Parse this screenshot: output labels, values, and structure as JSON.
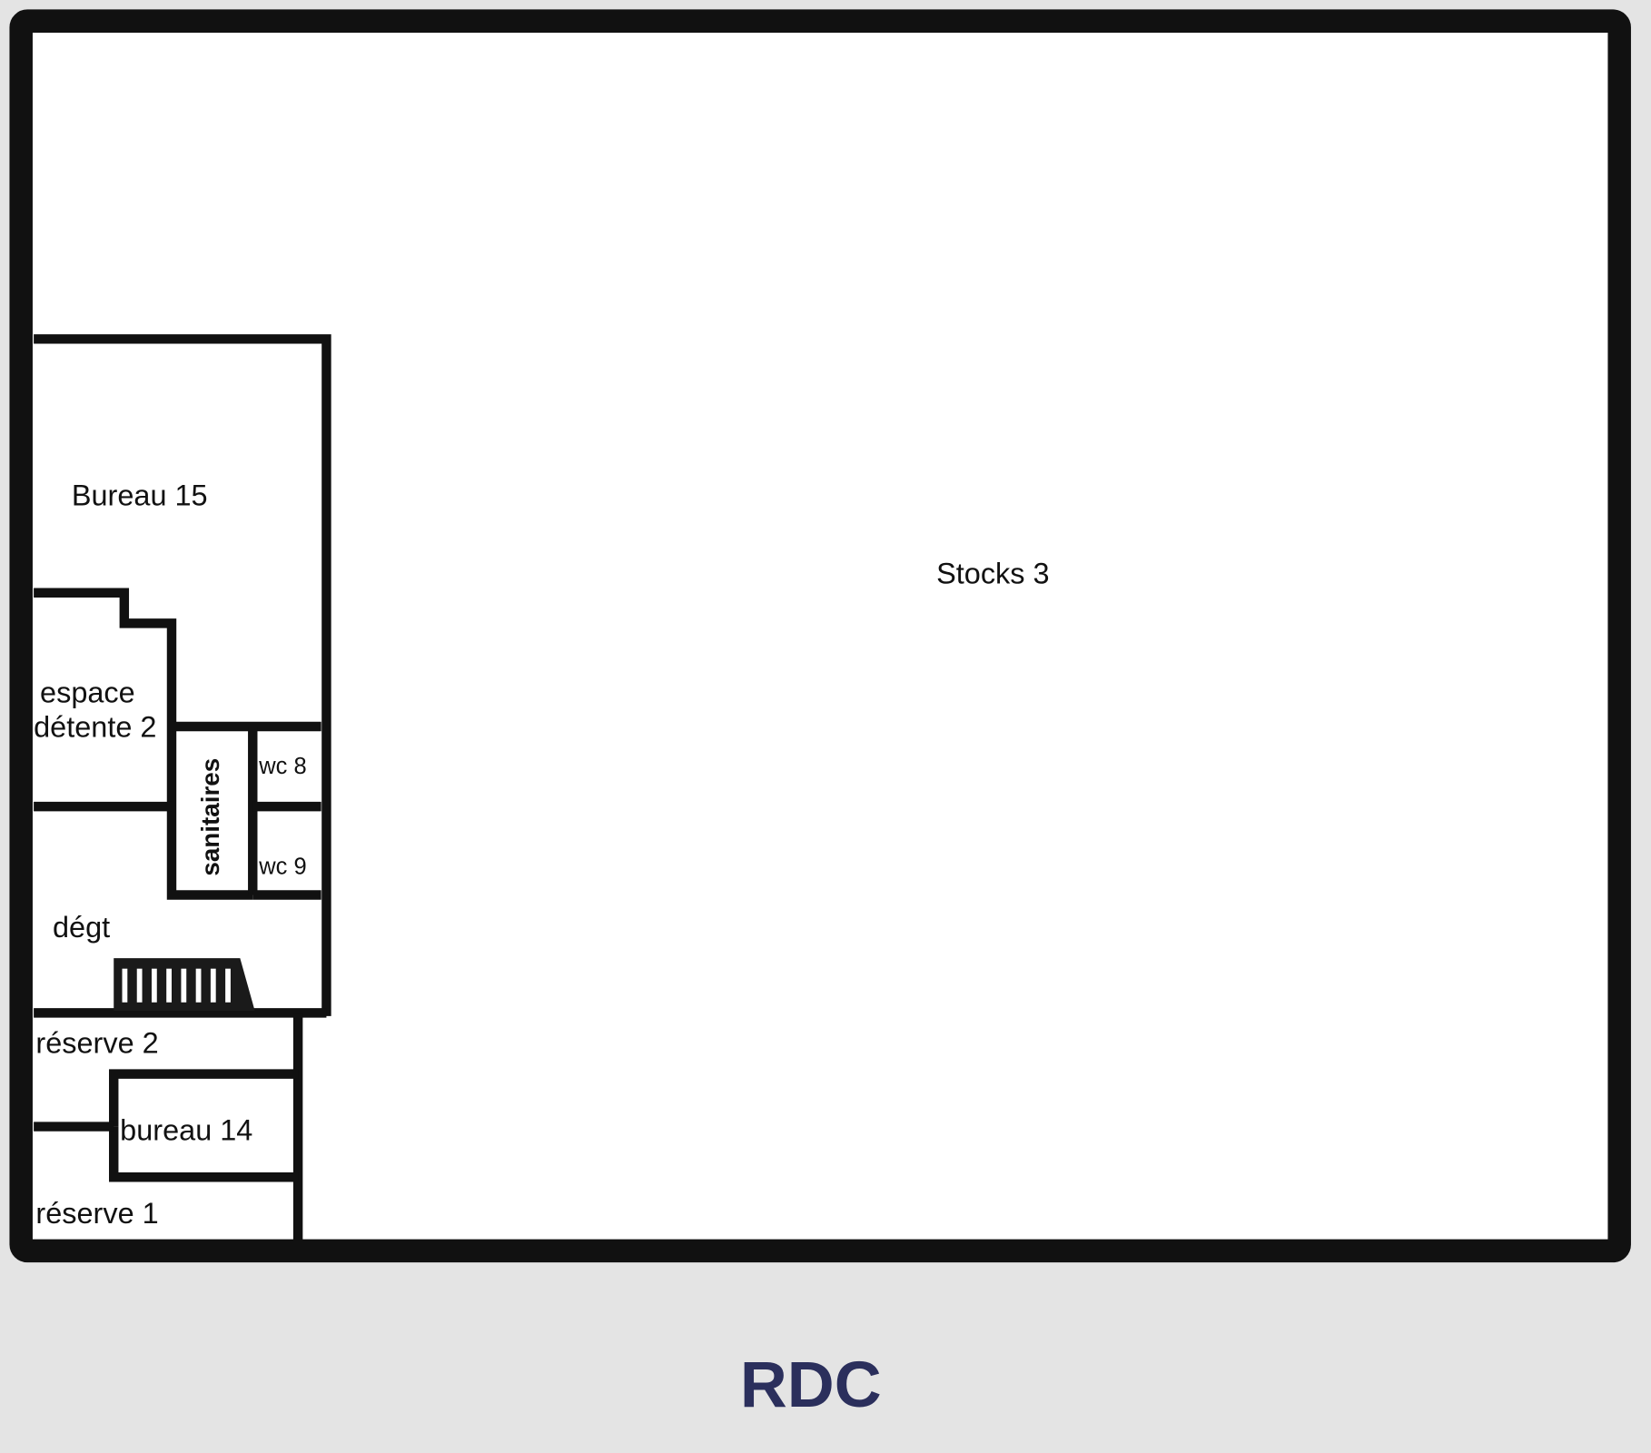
{
  "plan": {
    "floor_label": "RDC",
    "floor_label_color": "#2b2f5c",
    "rooms": {
      "bureau15": "Bureau 15",
      "espace_line1": "espace",
      "espace_line2": "détente 2",
      "sanitaires": "sanitaires",
      "wc8": "wc 8",
      "wc9": "wc 9",
      "degt": "dégt",
      "reserve2": "réserve 2",
      "bureau14": "bureau 14",
      "reserve1": "réserve 1",
      "stocks3": "Stocks 3"
    }
  }
}
